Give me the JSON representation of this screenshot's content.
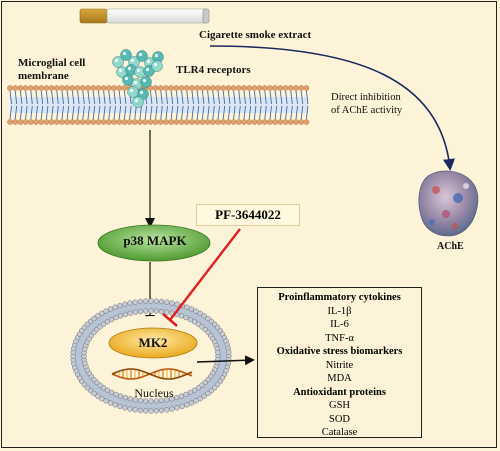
{
  "labels": {
    "cigarette": "Cigarette smoke extract",
    "membrane": [
      "Microglial cell",
      "membrane"
    ],
    "tlr4": "TLR4 receptors",
    "direct_inhibition": [
      "Direct inhibition",
      "of AChE activity"
    ],
    "ache": "AChE",
    "inhibitor": "PF-3644022",
    "p38": "p38 MAPK",
    "mk2": "MK2",
    "nucleus": "Nucleus"
  },
  "outcomes": [
    {
      "heading": "Proinflammatory cytokines",
      "items": [
        "IL-1β",
        "IL-6",
        "TNF-α"
      ]
    },
    {
      "heading": "Oxidative stress biomarkers",
      "items": [
        "Nitrite",
        "MDA"
      ]
    },
    {
      "heading": "Antioxidant proteins",
      "items": [
        "GSH",
        "SOD",
        "Catalase"
      ]
    }
  ],
  "colors": {
    "background": "#fdf3d9",
    "p38_fill": "#6fb84a",
    "mk2_fill": "#f5c24a",
    "inhibition_line": "#e02020",
    "curve_arrow": "#1a2a5e",
    "membrane_head": "#e0a070",
    "membrane_band": "#3a6ea8"
  }
}
